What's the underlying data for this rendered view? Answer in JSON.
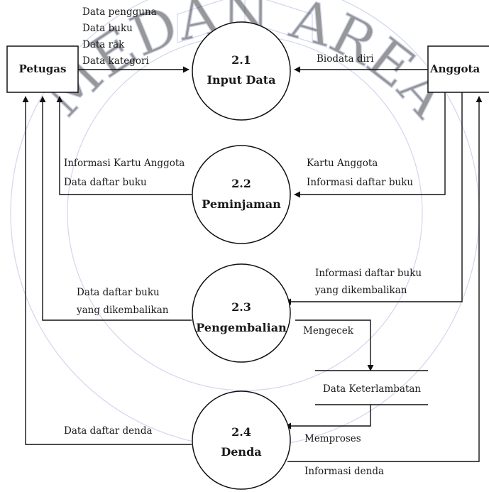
{
  "entities": {
    "petugas": "Petugas",
    "anggota": "Anggota"
  },
  "processes": [
    {
      "id": "2.1",
      "name": "Input Data"
    },
    {
      "id": "2.2",
      "name": "Peminjaman"
    },
    {
      "id": "2.3",
      "name": "Pengembalian"
    },
    {
      "id": "2.4",
      "name": "Denda"
    }
  ],
  "datastore": {
    "name": "Data Keterlambatan"
  },
  "flows": {
    "petugas_to_input": [
      "Data pengguna",
      "Data buku",
      "Data rak",
      "Data kategori"
    ],
    "anggota_to_input": "Biodata diri",
    "peminjaman_to_petugas": [
      "Informasi Kartu Anggota",
      "Data daftar buku"
    ],
    "anggota_to_peminjaman": [
      "Kartu Anggota",
      "Informasi daftar buku"
    ],
    "pengembalian_to_petugas": [
      "Data daftar buku",
      "yang dikembalikan"
    ],
    "anggota_to_pengembalian": [
      "Informasi daftar buku",
      "yang dikembalikan"
    ],
    "pengembalian_to_store": "Mengecek",
    "store_to_denda": "Memproses",
    "denda_to_petugas": "Data daftar denda",
    "denda_to_anggota": "Informasi denda"
  },
  "watermark": {
    "text": "MEDAN AREA"
  }
}
